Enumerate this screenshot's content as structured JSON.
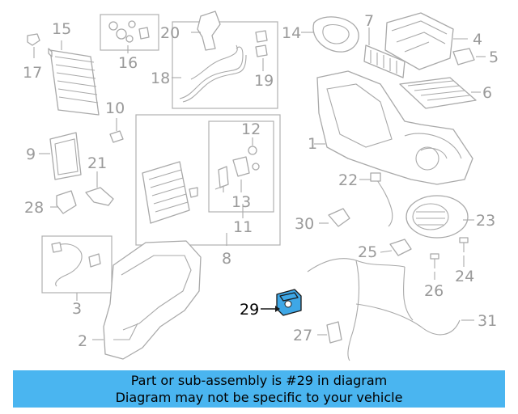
{
  "callouts": {
    "c1": "1",
    "c2": "2",
    "c3": "3",
    "c4": "4",
    "c5": "5",
    "c6": "6",
    "c7": "7",
    "c8": "8",
    "c9": "9",
    "c10": "10",
    "c11": "11",
    "c12": "12",
    "c13": "13",
    "c14": "14",
    "c15": "15",
    "c16": "16",
    "c17": "17",
    "c18": "18",
    "c19": "19",
    "c20": "20",
    "c21": "21",
    "c22": "22",
    "c23": "23",
    "c24": "24",
    "c25": "25",
    "c26": "26",
    "c27": "27",
    "c28": "28",
    "c29": "29",
    "c30": "30",
    "c31": "31"
  },
  "highlighted_part": "29",
  "colors": {
    "highlight": "#3ea7e6",
    "banner": "#4ab5f0",
    "line": "#a9a9a9"
  },
  "banner": {
    "line1": "Part or sub-assembly is #29 in diagram",
    "line2": "Diagram may not be specific to your vehicle"
  }
}
